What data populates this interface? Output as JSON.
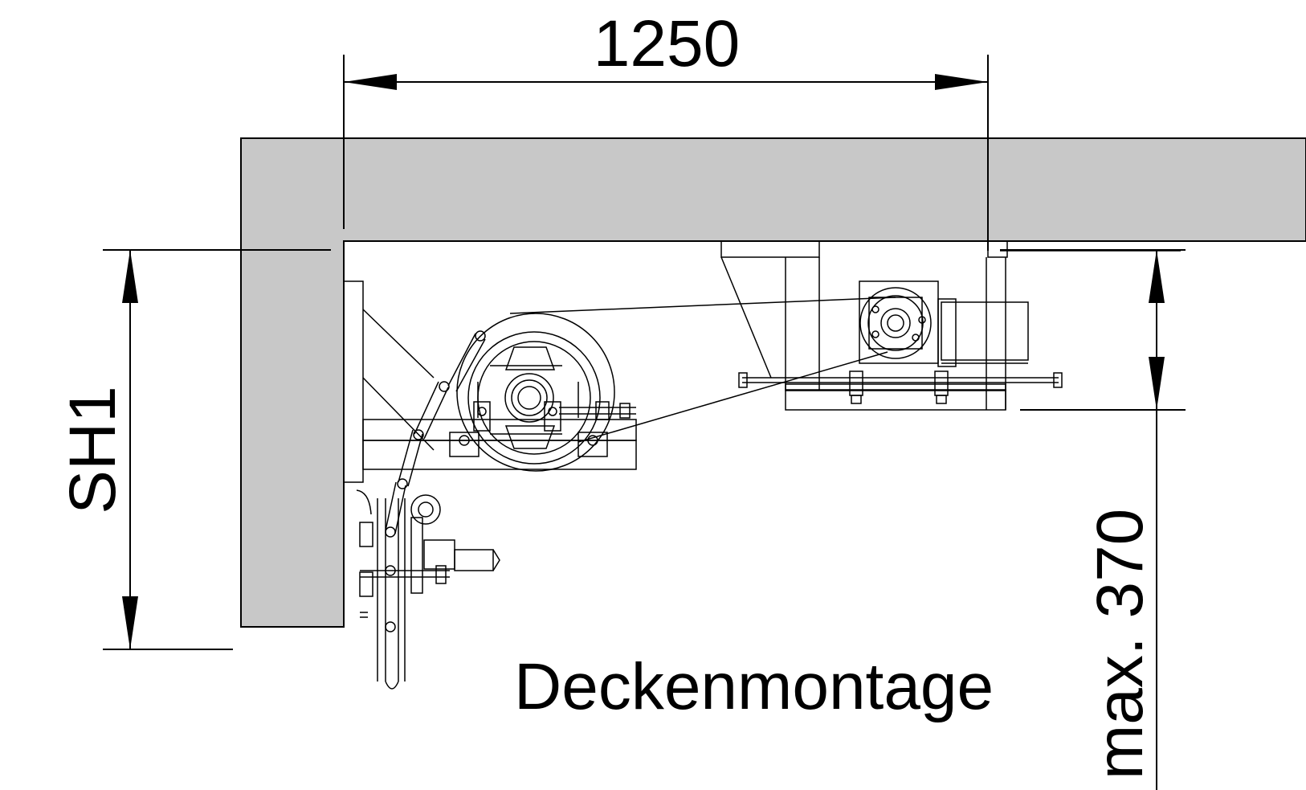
{
  "dimensions": {
    "width_label": "1250",
    "height_label": "SH1",
    "max_label": "max. 370"
  },
  "caption": "Deckenmontage",
  "colors": {
    "wall": "#c8c8c8",
    "line": "#000000",
    "background": "#ffffff"
  }
}
